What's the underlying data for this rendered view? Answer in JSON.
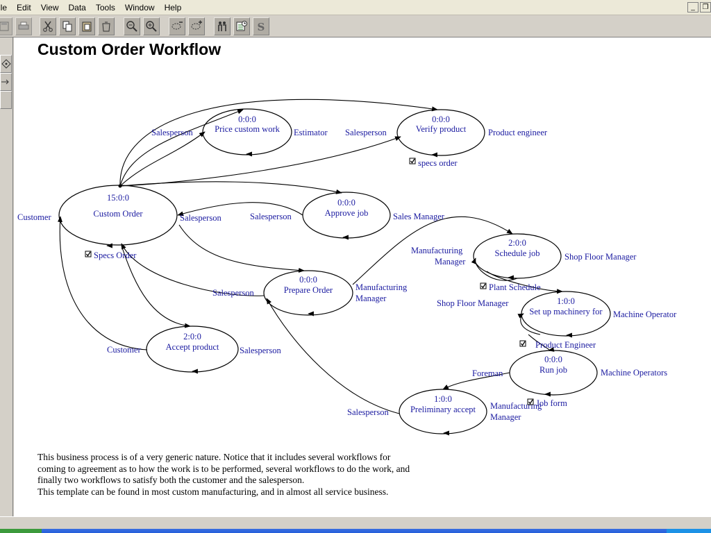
{
  "menu": [
    "ile",
    "Edit",
    "View",
    "Data",
    "Tools",
    "Window",
    "Help"
  ],
  "mdi_buttons": {
    "minimize": "_",
    "restore": "❐"
  },
  "toolbar_icons": [
    "save-icon",
    "print-icon",
    "cut-icon",
    "copy-icon",
    "paste-icon",
    "delete-icon",
    "zoom-out-icon",
    "zoom-in-icon",
    "collapse-icon",
    "expand-icon",
    "people-icon",
    "calendar-icon",
    "spelling-icon"
  ],
  "side_icons": [
    "diamond-icon",
    "arrow-right-icon",
    "blank-icon"
  ],
  "title": "Custom Order Workflow",
  "colors": {
    "label": "#1a1aa0",
    "line": "#000000",
    "canvas": "#ffffff",
    "chrome": "#d4d0c8"
  },
  "nodes": [
    {
      "id": "custom-order",
      "time": "15:0:0",
      "name": "Custom Order"
    },
    {
      "id": "price-custom-work",
      "time": "0:0:0",
      "name": "Price custom work"
    },
    {
      "id": "verify-product",
      "time": "0:0:0",
      "name": "Verify product"
    },
    {
      "id": "approve-job",
      "time": "0:0:0",
      "name": "Approve job"
    },
    {
      "id": "prepare-order",
      "time": "0:0:0",
      "name": "Prepare Order"
    },
    {
      "id": "accept-product",
      "time": "2:0:0",
      "name": "Accept product"
    },
    {
      "id": "schedule-job",
      "time": "2:0:0",
      "name": "Schedule job"
    },
    {
      "id": "set-up-machinery",
      "time": "1:0:0",
      "name": "Set up machinery for"
    },
    {
      "id": "run-job",
      "time": "0:0:0",
      "name": "Run job"
    },
    {
      "id": "preliminary-accept",
      "time": "1:0:0",
      "name": "Preliminary accept"
    }
  ],
  "roles": [
    "Customer",
    "Salesperson",
    "Salesperson",
    "Estimator",
    "Salesperson",
    "Product engineer",
    "Salesperson",
    "Sales Manager",
    "Salesperson",
    "Manufacturing",
    "Manager",
    "Customer",
    "Salesperson",
    "Manufacturing",
    "Manager",
    "Shop Floor Manager",
    "Shop Floor Manager",
    "Machine Operator",
    "Product Engineer",
    "Foreman",
    "Machine Operators",
    "Salesperson",
    "Manufacturing",
    "Manager"
  ],
  "forms": [
    "specs order",
    "Specs Order",
    "Plant Schedule",
    "Job form"
  ],
  "description": [
    "This business process is of a very generic nature.  Notice that it includes several workflows for",
    "coming to agreement as to how the work is to be performed, several workflows to do the work, and",
    "finally two workflows to satisfy both the customer and the salesperson.",
    "This template can be found in most custom manufacturing, and in almost all service business."
  ]
}
